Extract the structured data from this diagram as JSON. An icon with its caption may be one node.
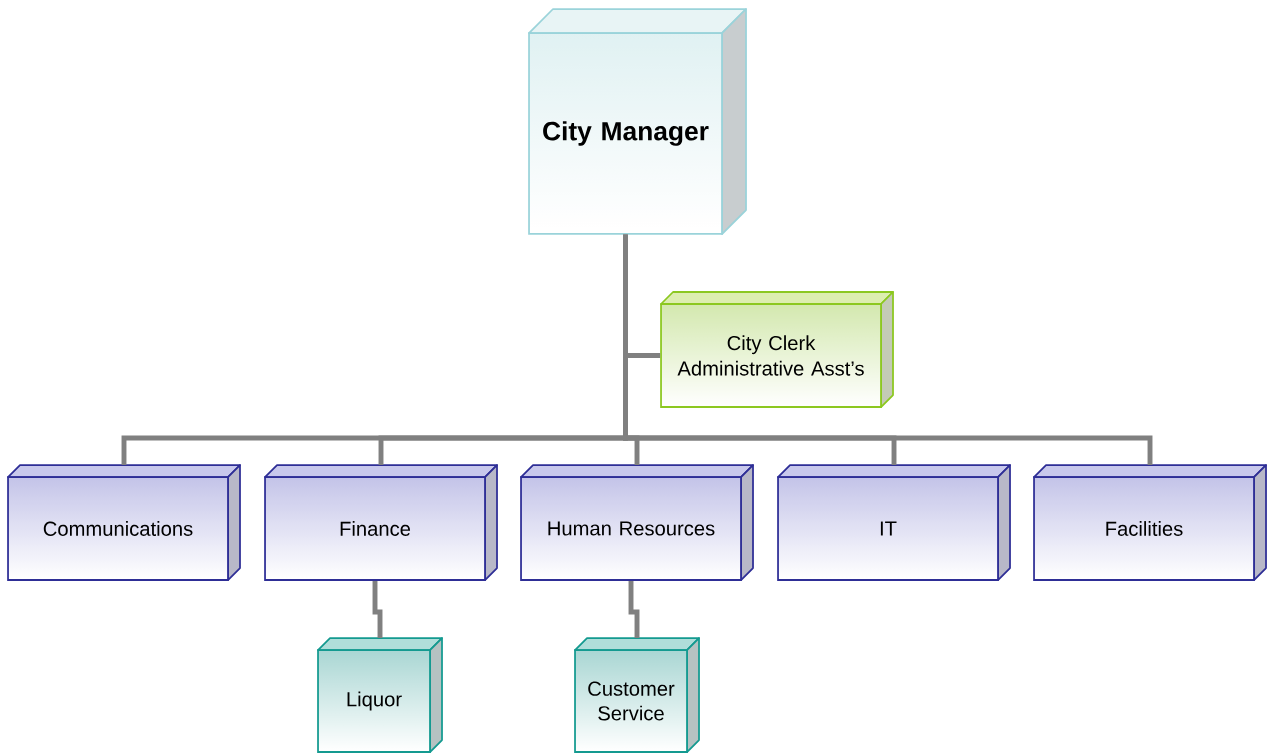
{
  "diagram": {
    "nodes": [
      {
        "text": [
          "City Manager"
        ]
      },
      {
        "text": [
          "City Clerk",
          "Administrative Asst’s"
        ]
      },
      {
        "text": [
          "Communications"
        ]
      },
      {
        "text": [
          "Finance"
        ]
      },
      {
        "text": [
          "Human Resources"
        ]
      },
      {
        "text": [
          "IT"
        ]
      },
      {
        "text": [
          "Facilities"
        ]
      },
      {
        "text": [
          "Liquor"
        ]
      },
      {
        "text": [
          "Customer Service"
        ]
      }
    ],
    "edges": [
      {
        "from": 0,
        "to": 1,
        "arrow": "none"
      },
      {
        "from": 0,
        "to": 2,
        "arrow": "none"
      },
      {
        "from": 0,
        "to": 3,
        "arrow": "none"
      },
      {
        "from": 0,
        "to": 4,
        "arrow": "none"
      },
      {
        "from": 0,
        "to": 5,
        "arrow": "none"
      },
      {
        "from": 0,
        "to": 6,
        "arrow": "none"
      },
      {
        "from": 3,
        "to": 7,
        "arrow": "none"
      },
      {
        "from": 4,
        "to": 8,
        "arrow": "none"
      }
    ]
  }
}
